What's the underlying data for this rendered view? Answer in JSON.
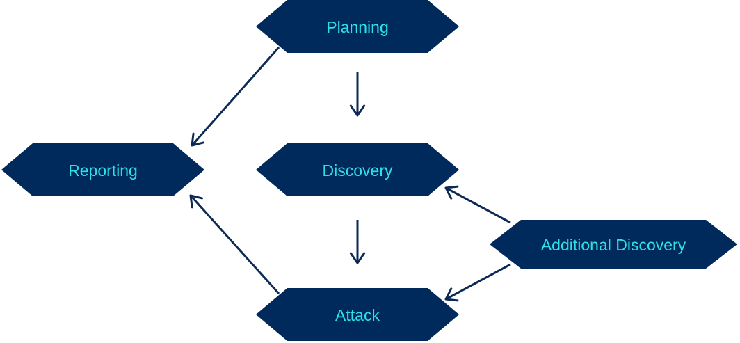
{
  "colors": {
    "node_fill": "#002a5c",
    "label_text": "#2de0ea",
    "arrow": "#0d2a55",
    "background": "#ffffff"
  },
  "nodes": [
    {
      "id": "planning",
      "label": "Planning"
    },
    {
      "id": "discovery",
      "label": "Discovery"
    },
    {
      "id": "attack",
      "label": "Attack"
    },
    {
      "id": "reporting",
      "label": "Reporting"
    },
    {
      "id": "additional",
      "label": "Additional Discovery"
    }
  ],
  "edges": [
    {
      "from": "planning",
      "to": "discovery"
    },
    {
      "from": "discovery",
      "to": "attack"
    },
    {
      "from": "planning",
      "to": "reporting"
    },
    {
      "from": "attack",
      "to": "reporting"
    },
    {
      "from": "additional",
      "to": "discovery"
    },
    {
      "from": "additional",
      "to": "attack"
    }
  ]
}
